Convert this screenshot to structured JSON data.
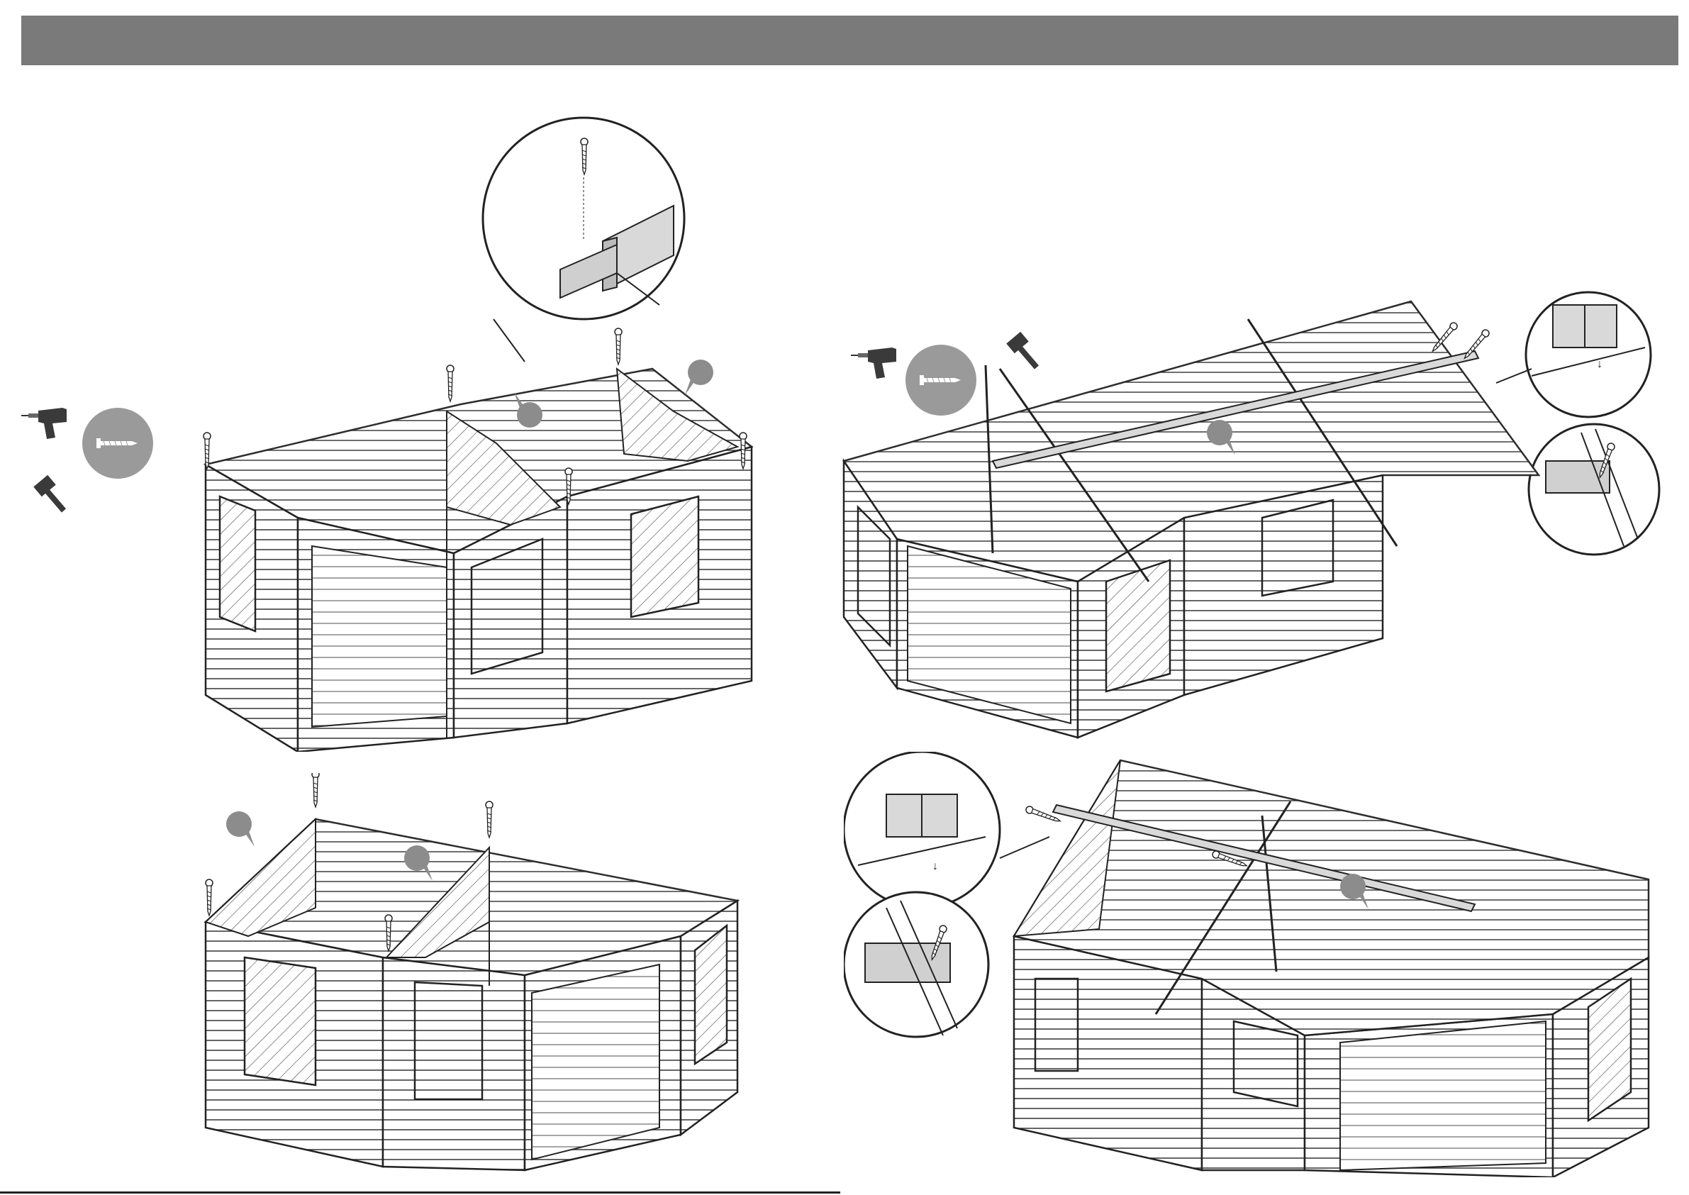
{
  "header": {
    "title": "",
    "color": "#7a7a7a"
  },
  "callout_color": "#8c8c8c",
  "tools": [
    "cordless-drill-icon",
    "screw-icon",
    "rubber-mallet-icon"
  ],
  "steps": [
    {
      "id": "step-a",
      "callouts": 2,
      "screws": 5
    },
    {
      "id": "step-b",
      "callouts": 2,
      "screws": 4
    },
    {
      "id": "step-c",
      "callouts": 1,
      "screws": 2
    },
    {
      "id": "step-d",
      "callouts": 1,
      "screws": 2
    }
  ],
  "footer": {
    "code": ""
  }
}
